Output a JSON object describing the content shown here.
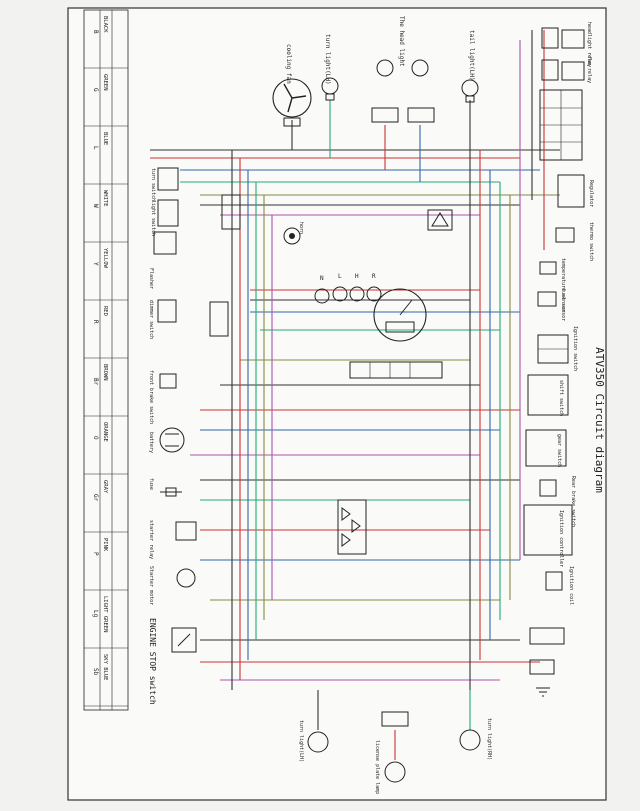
{
  "title": "ATV350 Circuit diagram",
  "legend": {
    "wire_codes": [
      "B",
      "G",
      "L",
      "W",
      "Y",
      "R",
      "Br",
      "O",
      "Gr",
      "P",
      "Lg",
      "Sb"
    ],
    "wire_colors": [
      "BLACK",
      "GREEN",
      "BLUE",
      "WHITE",
      "YELLOW",
      "RED",
      "BROWN",
      "ORANGE",
      "GRAY",
      "PINK",
      "LIGHT GREEN",
      "SKY BLUE"
    ]
  },
  "components": {
    "turn_signal_light_front_left": "turn light(LH)",
    "turn_signal_light_front_right": "turn light(RH)",
    "cooling_fan": "cooling fan",
    "head_lights": "The head light",
    "turn_light_center": "turn light(LH)",
    "tail_light": "tail light(LH)",
    "indicator_l": "L",
    "indicator_n": "N",
    "indicator_h": "H",
    "indicator_r": "R",
    "turn_switch": "turn switch",
    "light_switch": "light switch",
    "horn": "horn",
    "flasher": "Flasher",
    "dimmer_switch": "dimmer switch",
    "front_brake_switch": "front brake switch",
    "battery": "battery",
    "fuse": "fuse",
    "rear_brake_switch": "Rear brake switch",
    "ignition_coil": "Ignition coil",
    "ignition_controller": "Ignition controller",
    "main_switch": "Ignition switch",
    "shift_switch": "shift switch",
    "gear_switch": "gear switch",
    "fuel_sensor": "fuel sensor",
    "temperature_sensor": "temperature sensor",
    "regulator": "Regulator",
    "starter_relay": "starter relay",
    "starter_motor": "Starter motor",
    "engine_stop_switch": "ENGINE STOP switch",
    "headlight_relay": "headlight relay",
    "fan_relay": "fan relay",
    "thermo_switch": "thermo switch",
    "rear_light_bottom": "turn light(RH)",
    "license_light": "license plate lamp"
  }
}
